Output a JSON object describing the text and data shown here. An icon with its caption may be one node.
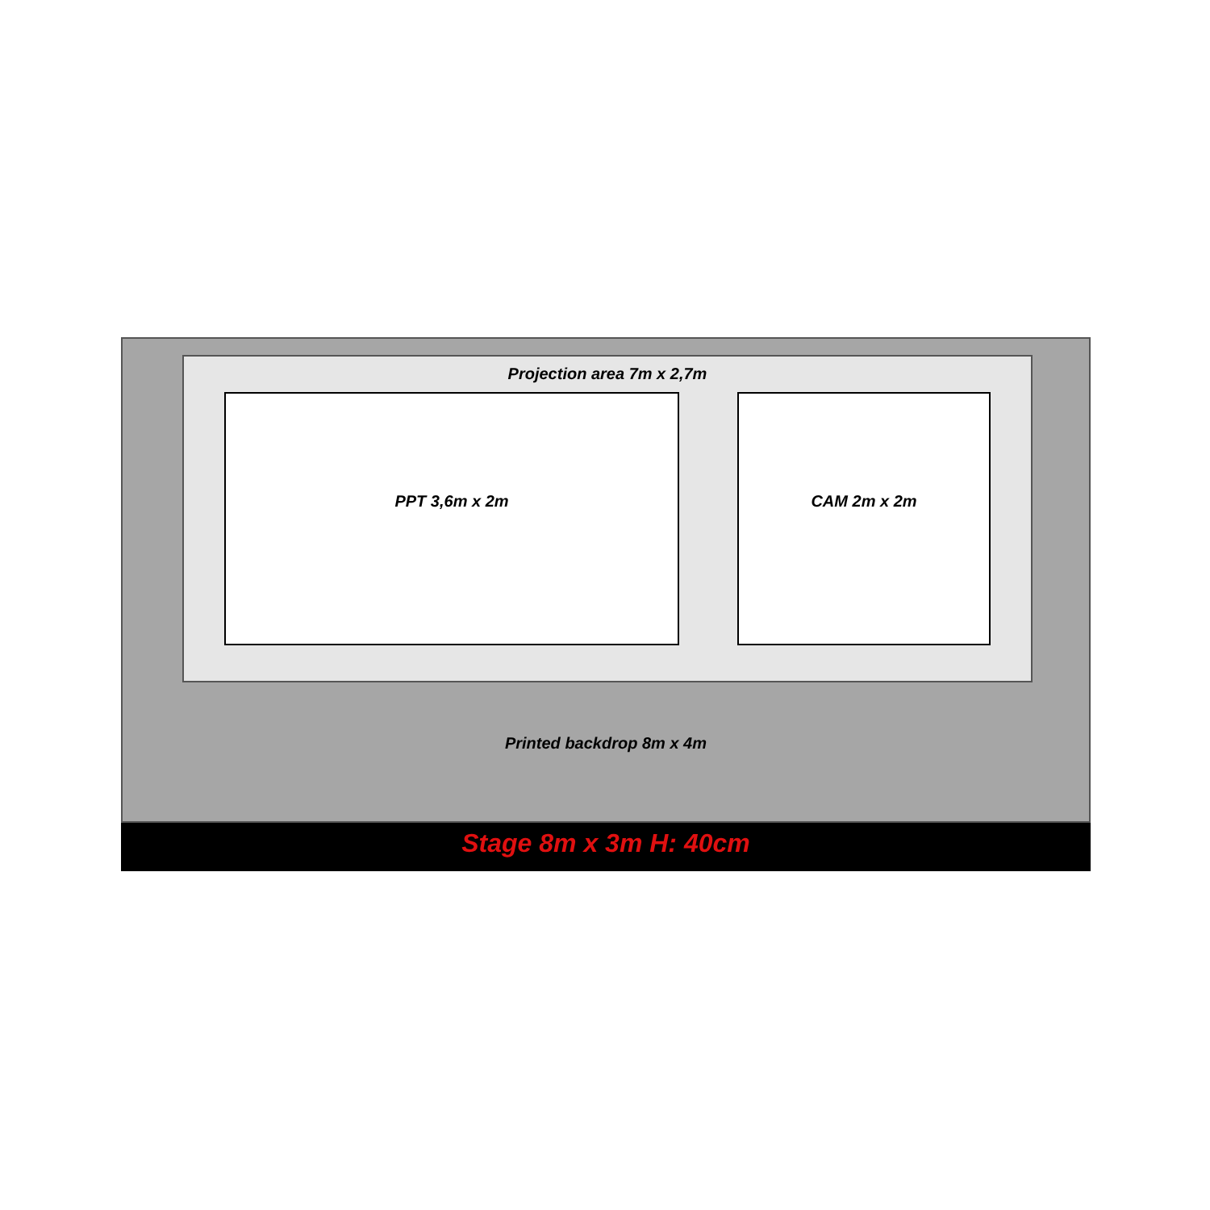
{
  "diagram": {
    "nodes": [
      {
        "text": [
          "Printed backdrop 8m x 4m"
        ]
      },
      {
        "text": [
          "Projection area 7m x 2,7m"
        ],
        "in": 0
      },
      {
        "text": [
          "PPT 3,6m x 2m"
        ],
        "in": 1
      },
      {
        "text": [
          "CAM 2m x 2m"
        ],
        "in": 1
      },
      {
        "text": [
          "Stage 8m x 3m H: 40cm"
        ]
      }
    ]
  }
}
